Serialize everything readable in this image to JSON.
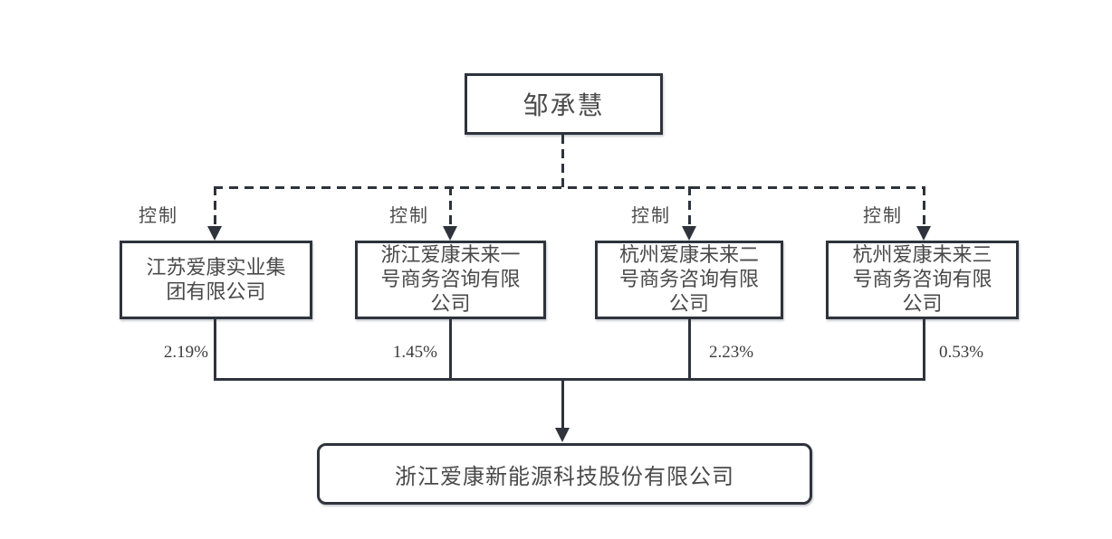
{
  "diagram": {
    "title_hint": "equity-control-structure-chart",
    "root": {
      "name": "邹承慧"
    },
    "control_label": "控制",
    "subsidiaries": [
      {
        "name": "江苏爱康实业集团有限公司",
        "percent": "2.19%"
      },
      {
        "name": "浙江爱康未来一号商务咨询有限公司",
        "percent": "1.45%"
      },
      {
        "name": "杭州爱康未来二号商务咨询有限公司",
        "percent": "2.23%"
      },
      {
        "name": "杭州爱康未来三号商务咨询有限公司",
        "percent": "0.53%"
      }
    ],
    "target": {
      "name": "浙江爱康新能源科技股份有限公司"
    },
    "colors": {
      "line": "#2e333c",
      "text": "#4a4a4a",
      "background": "#ffffff"
    }
  }
}
